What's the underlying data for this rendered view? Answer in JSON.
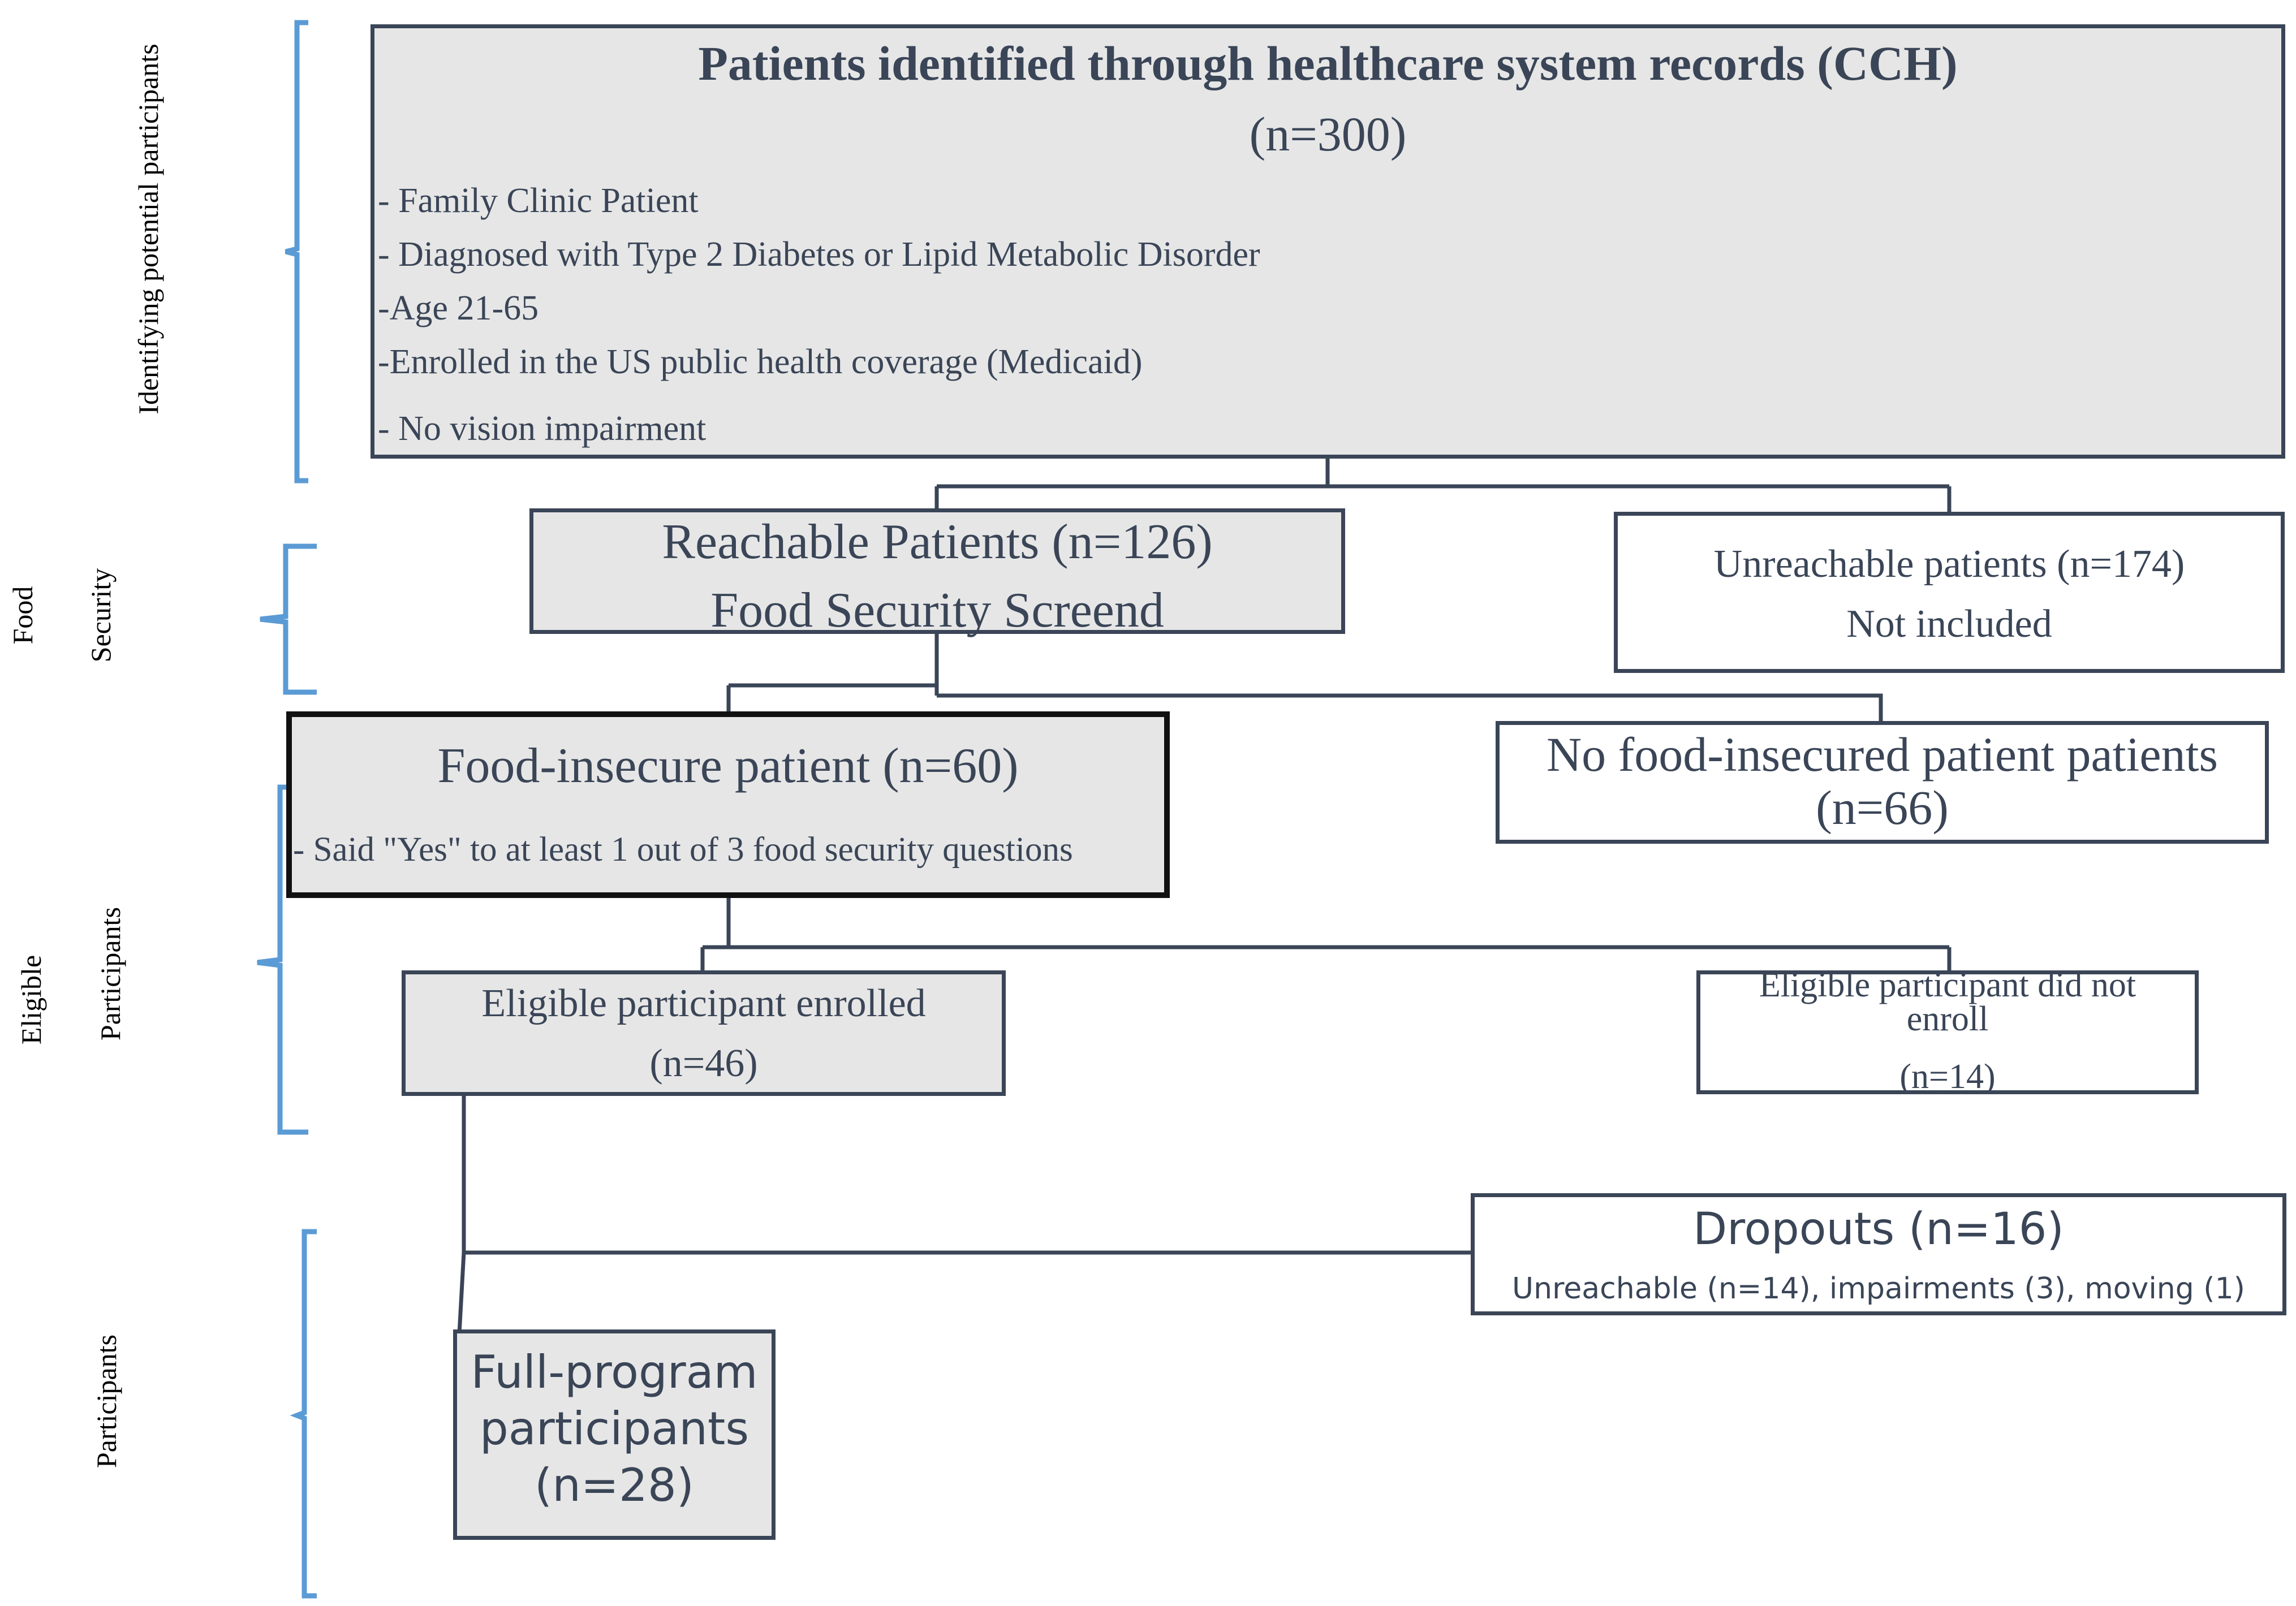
{
  "stages": {
    "identifying": "Identifying potential participants",
    "food": "Food",
    "security": "Security",
    "eligible": "Eligible",
    "eligible_participants": "Participants",
    "participants": "Participants"
  },
  "boxes": {
    "identified": {
      "title": "Patients identified through healthcare system records  (CCH)",
      "count": "(n=300)",
      "criteria": [
        "- Family Clinic Patient",
        "- Diagnosed with Type 2 Diabetes or Lipid Metabolic Disorder",
        "-Age 21-65",
        "-Enrolled in the US public health coverage (Medicaid)",
        "- No vision impairment"
      ]
    },
    "reachable": {
      "line1": "Reachable Patients (n=126)",
      "line2": "Food Security Screend"
    },
    "unreachable": {
      "line1": "Unreachable patients (n=174)",
      "line2": "Not included"
    },
    "food_insecure": {
      "title": "Food-insecure patient (n=60)",
      "note": "- Said \"Yes\" to at least 1 out of 3 food security questions"
    },
    "no_food_insecure": {
      "line1": "No food-insecured patient patients",
      "line2": "(n=66)"
    },
    "enrolled": {
      "line1": "Eligible participant enrolled",
      "line2": "(n=46)"
    },
    "not_enrolled": {
      "line1": "Eligible participant did not",
      "line2": "enroll",
      "line3": "(n=14)"
    },
    "dropouts": {
      "title": "Dropouts (n=16)",
      "detail": "Unreachable (n=14), impairments (3), moving (1)"
    },
    "full_program": {
      "line1": "Full-program",
      "line2": "participants",
      "line3": "(n=28)"
    }
  },
  "colors": {
    "box_border": "#3a4557",
    "box_fill_grey": "#e6e6e6",
    "bracket": "#5b9bd5",
    "text": "#3a4557"
  }
}
